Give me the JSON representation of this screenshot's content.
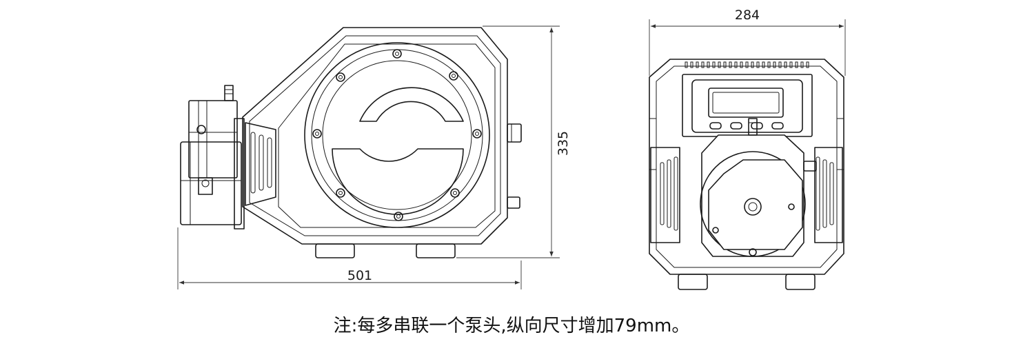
{
  "dimensions": {
    "length": "501",
    "height": "335",
    "width": "284"
  },
  "note": "注:每多串联一个泵头,纵向尺寸增加79mm。"
}
